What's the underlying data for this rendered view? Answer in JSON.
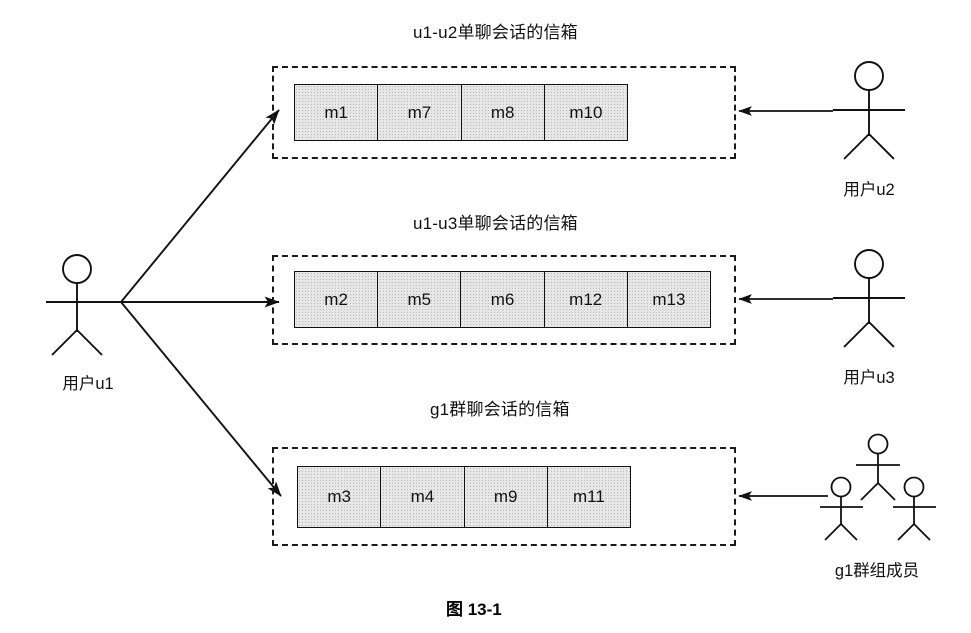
{
  "figure": {
    "caption": "图 13-1"
  },
  "actors": {
    "sender": {
      "name": "actor-u1",
      "label": "用户u1"
    },
    "receivers": [
      {
        "name": "actor-u2",
        "label": "用户u2"
      },
      {
        "name": "actor-u3",
        "label": "用户u3"
      },
      {
        "name": "actor-group-g1",
        "label": "g1群组成员"
      }
    ]
  },
  "mailboxes": [
    {
      "id": "mailbox-u1-u2",
      "title": "u1-u2单聊会话的信箱",
      "messages": [
        "m1",
        "m7",
        "m8",
        "m10"
      ]
    },
    {
      "id": "mailbox-u1-u3",
      "title": "u1-u3单聊会话的信箱",
      "messages": [
        "m2",
        "m5",
        "m6",
        "m12",
        "m13"
      ]
    },
    {
      "id": "mailbox-g1",
      "title": "g1群聊会话的信箱",
      "messages": [
        "m3",
        "m4",
        "m9",
        "m11"
      ]
    }
  ],
  "colors": {
    "stroke": "#111111",
    "cell_fill": "#e8e8e8",
    "background": "#ffffff"
  }
}
